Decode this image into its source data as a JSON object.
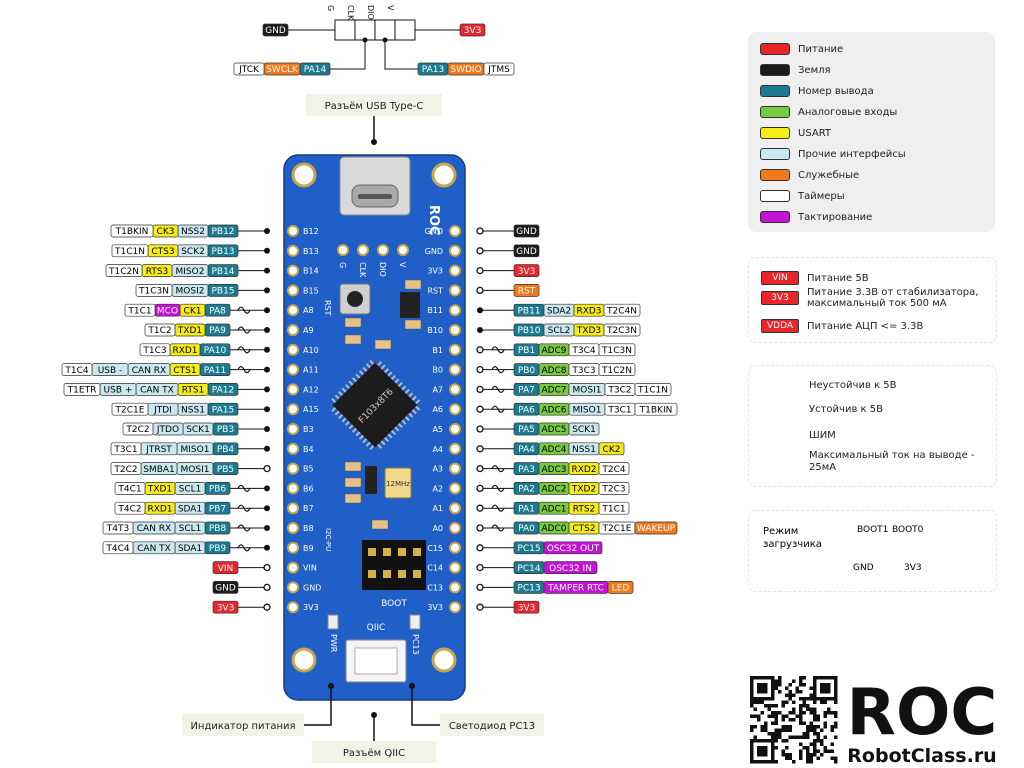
{
  "categories": {
    "power": {
      "label": "Питание",
      "color": "#e8262b",
      "text": "#ffffff"
    },
    "ground": {
      "label": "Земля",
      "color": "#1a1a1a",
      "text": "#ffffff"
    },
    "pin": {
      "label": "Номер вывода",
      "color": "#1b7a8f",
      "text": "#ffffff"
    },
    "analog": {
      "label": "Аналоговые входы",
      "color": "#7ac943",
      "text": "#000000"
    },
    "usart": {
      "label": "USART",
      "color": "#f7ec18",
      "text": "#000000"
    },
    "other": {
      "label": "Прочие интерфейсы",
      "color": "#cbe8f0",
      "text": "#000000"
    },
    "service": {
      "label": "Служебные",
      "color": "#f07a1a",
      "text": "#ffffff"
    },
    "timer": {
      "label": "Таймеры",
      "color": "#ffffff",
      "text": "#000000"
    },
    "clock": {
      "label": "Тактирование",
      "color": "#c213d6",
      "text": "#ffffff"
    }
  },
  "legend_order": [
    "power",
    "ground",
    "pin",
    "analog",
    "usart",
    "other",
    "service",
    "timer",
    "clock"
  ],
  "power_legend": [
    {
      "tag": "VIN",
      "text": "Питание 5В"
    },
    {
      "tag": "3V3",
      "text": "Питание 3.3В от стабилизатора,\nмаксимальный ток 500 мА"
    },
    {
      "tag": "VDDA",
      "text": "Питание АЦП <= 3.3В"
    }
  ],
  "symbol_legend": {
    "unstable": "Неустойчив к 5В",
    "stable": "Устойчив к 5В",
    "pwm": "ШИМ",
    "warning": "Максимальный ток на выводе -\n25мА"
  },
  "bootloader": {
    "title": "Режим\nзагрузчика",
    "boot1": "BOOT1",
    "boot0": "BOOT0",
    "gnd": "GND",
    "v33": "3V3"
  },
  "callouts": {
    "usb": "Разъём USB Type-C",
    "qiic": "Разъём QIIC",
    "power_led": "Индикатор питания",
    "led": "Светодиод PC13"
  },
  "board": {
    "chip": "F103x8T6",
    "crystal": "12MHz",
    "brand": "ROC",
    "rst": "RST",
    "boot": "BOOT",
    "qiic": "QIIC",
    "pwr": "PWR",
    "pc13": "PC13",
    "i2c": "I2C-PU",
    "swd_labels": [
      "G",
      "CLK",
      "DIO",
      "V"
    ]
  },
  "swd_header": {
    "labels": [
      "G",
      "CLK",
      "DIO",
      "V"
    ],
    "gnd": "GND",
    "v33": "3V3",
    "left_tags": [
      {
        "text": "JTCK",
        "cat": "timer"
      },
      {
        "text": "SWCLK",
        "cat": "service"
      },
      {
        "text": "PA14",
        "cat": "pin"
      }
    ],
    "right_tags": [
      {
        "text": "PA13",
        "cat": "pin"
      },
      {
        "text": "SWDIO",
        "cat": "service"
      },
      {
        "text": "JTMS",
        "cat": "timer"
      }
    ]
  },
  "left_pins": [
    {
      "board": "B12",
      "dot": "stable",
      "pwm": false,
      "tags": [
        {
          "t": "T1BKIN",
          "c": "timer"
        },
        {
          "t": "CK3",
          "c": "usart"
        },
        {
          "t": "NSS2",
          "c": "other"
        },
        {
          "t": "PB12",
          "c": "pin"
        }
      ]
    },
    {
      "board": "B13",
      "dot": "stable",
      "pwm": false,
      "tags": [
        {
          "t": "T1C1N",
          "c": "timer"
        },
        {
          "t": "CTS3",
          "c": "usart"
        },
        {
          "t": "SCK2",
          "c": "other"
        },
        {
          "t": "PB13",
          "c": "pin"
        }
      ]
    },
    {
      "board": "B14",
      "dot": "stable",
      "pwm": false,
      "tags": [
        {
          "t": "T1C2N",
          "c": "timer"
        },
        {
          "t": "RTS3",
          "c": "usart"
        },
        {
          "t": "MISO2",
          "c": "other"
        },
        {
          "t": "PB14",
          "c": "pin"
        }
      ]
    },
    {
      "board": "B15",
      "dot": "stable",
      "pwm": false,
      "tags": [
        {
          "t": "T1C3N",
          "c": "timer"
        },
        {
          "t": "MOSI2",
          "c": "other"
        },
        {
          "t": "PB15",
          "c": "pin"
        }
      ]
    },
    {
      "board": "A8",
      "dot": "stable",
      "pwm": true,
      "tags": [
        {
          "t": "T1C1",
          "c": "timer"
        },
        {
          "t": "MCO",
          "c": "clock"
        },
        {
          "t": "CK1",
          "c": "usart"
        },
        {
          "t": "PA8",
          "c": "pin"
        }
      ]
    },
    {
      "board": "A9",
      "dot": "stable",
      "pwm": true,
      "tags": [
        {
          "t": "T1C2",
          "c": "timer"
        },
        {
          "t": "TXD1",
          "c": "usart"
        },
        {
          "t": "PA9",
          "c": "pin"
        }
      ]
    },
    {
      "board": "A10",
      "dot": "stable",
      "pwm": true,
      "tags": [
        {
          "t": "T1C3",
          "c": "timer"
        },
        {
          "t": "RXD1",
          "c": "usart"
        },
        {
          "t": "PA10",
          "c": "pin"
        }
      ]
    },
    {
      "board": "A11",
      "dot": "stable",
      "pwm": true,
      "tags": [
        {
          "t": "T1C4",
          "c": "timer"
        },
        {
          "t": "USB -",
          "c": "other"
        },
        {
          "t": "CAN RX",
          "c": "other"
        },
        {
          "t": "CTS1",
          "c": "usart"
        },
        {
          "t": "PA11",
          "c": "pin"
        }
      ]
    },
    {
      "board": "A12",
      "dot": "stable",
      "pwm": false,
      "tags": [
        {
          "t": "T1ETR",
          "c": "timer"
        },
        {
          "t": "USB +",
          "c": "other"
        },
        {
          "t": "CAN TX",
          "c": "other"
        },
        {
          "t": "RTS1",
          "c": "usart"
        },
        {
          "t": "PA12",
          "c": "pin"
        }
      ]
    },
    {
      "board": "A15",
      "dot": "stable",
      "pwm": false,
      "tags": [
        {
          "t": "T2C1E",
          "c": "timer"
        },
        {
          "t": "JTDI",
          "c": "other"
        },
        {
          "t": "NSS1",
          "c": "other"
        },
        {
          "t": "PA15",
          "c": "pin"
        }
      ]
    },
    {
      "board": "B3",
      "dot": "stable",
      "pwm": false,
      "tags": [
        {
          "t": "T2C2",
          "c": "timer"
        },
        {
          "t": "JTDO",
          "c": "other"
        },
        {
          "t": "SCK1",
          "c": "other"
        },
        {
          "t": "PB3",
          "c": "pin"
        }
      ]
    },
    {
      "board": "B4",
      "dot": "stable",
      "pwm": false,
      "tags": [
        {
          "t": "T3C1",
          "c": "timer"
        },
        {
          "t": "JTRST",
          "c": "other"
        },
        {
          "t": "MISO1",
          "c": "other"
        },
        {
          "t": "PB4",
          "c": "pin"
        }
      ]
    },
    {
      "board": "B5",
      "dot": "unstable",
      "pwm": false,
      "tags": [
        {
          "t": "T2C2",
          "c": "timer"
        },
        {
          "t": "SMBA1",
          "c": "other"
        },
        {
          "t": "MOSI1",
          "c": "other"
        },
        {
          "t": "PB5",
          "c": "pin"
        }
      ]
    },
    {
      "board": "B6",
      "dot": "stable",
      "pwm": true,
      "tags": [
        {
          "t": "T4C1",
          "c": "timer"
        },
        {
          "t": "TXD1",
          "c": "usart"
        },
        {
          "t": "SCL1",
          "c": "other"
        },
        {
          "t": "PB6",
          "c": "pin"
        }
      ]
    },
    {
      "board": "B7",
      "dot": "stable",
      "pwm": true,
      "tags": [
        {
          "t": "T4C2",
          "c": "timer"
        },
        {
          "t": "RXD1",
          "c": "usart"
        },
        {
          "t": "SDA1",
          "c": "other"
        },
        {
          "t": "PB7",
          "c": "pin"
        }
      ]
    },
    {
      "board": "B8",
      "dot": "stable",
      "pwm": true,
      "tags": [
        {
          "t": "T4T3",
          "c": "timer"
        },
        {
          "t": "CAN RX",
          "c": "other"
        },
        {
          "t": "SCL1",
          "c": "other"
        },
        {
          "t": "PB8",
          "c": "pin"
        }
      ]
    },
    {
      "board": "B9",
      "dot": "stable",
      "pwm": true,
      "tags": [
        {
          "t": "T4C4",
          "c": "timer"
        },
        {
          "t": "CAN TX",
          "c": "other"
        },
        {
          "t": "SDA1",
          "c": "other"
        },
        {
          "t": "PB9",
          "c": "pin"
        }
      ]
    },
    {
      "board": "VIN",
      "dot": "unstable",
      "pwm": false,
      "tags": [
        {
          "t": "VIN",
          "c": "power"
        }
      ]
    },
    {
      "board": "GND",
      "dot": "unstable",
      "pwm": false,
      "tags": [
        {
          "t": "GND",
          "c": "ground"
        }
      ]
    },
    {
      "board": "3V3",
      "dot": "unstable",
      "pwm": false,
      "tags": [
        {
          "t": "3V3",
          "c": "power"
        }
      ]
    }
  ],
  "right_pins": [
    {
      "board": "GND",
      "dot": "unstable",
      "pwm": false,
      "tags": [
        {
          "t": "GND",
          "c": "ground"
        }
      ]
    },
    {
      "board": "GND",
      "dot": "unstable",
      "pwm": false,
      "tags": [
        {
          "t": "GND",
          "c": "ground"
        }
      ]
    },
    {
      "board": "3V3",
      "dot": "unstable",
      "pwm": false,
      "tags": [
        {
          "t": "3V3",
          "c": "power"
        }
      ]
    },
    {
      "board": "RST",
      "dot": "unstable",
      "pwm": false,
      "tags": [
        {
          "t": "RST",
          "c": "service"
        }
      ]
    },
    {
      "board": "B11",
      "dot": "stable",
      "pwm": false,
      "tags": [
        {
          "t": "PB11",
          "c": "pin"
        },
        {
          "t": "SDA2",
          "c": "other"
        },
        {
          "t": "RXD3",
          "c": "usart"
        },
        {
          "t": "T2C4N",
          "c": "timer"
        }
      ]
    },
    {
      "board": "B10",
      "dot": "stable",
      "pwm": false,
      "tags": [
        {
          "t": "PB10",
          "c": "pin"
        },
        {
          "t": "SCL2",
          "c": "other"
        },
        {
          "t": "TXD3",
          "c": "usart"
        },
        {
          "t": "T2C3N",
          "c": "timer"
        }
      ]
    },
    {
      "board": "B1",
      "dot": "unstable",
      "pwm": true,
      "tags": [
        {
          "t": "PB1",
          "c": "pin"
        },
        {
          "t": "ADC9",
          "c": "analog"
        },
        {
          "t": "T3C4",
          "c": "timer"
        },
        {
          "t": "T1C3N",
          "c": "timer"
        }
      ]
    },
    {
      "board": "B0",
      "dot": "unstable",
      "pwm": true,
      "tags": [
        {
          "t": "PB0",
          "c": "pin"
        },
        {
          "t": "ADC8",
          "c": "analog"
        },
        {
          "t": "T3C3",
          "c": "timer"
        },
        {
          "t": "T1C2N",
          "c": "timer"
        }
      ]
    },
    {
      "board": "A7",
      "dot": "unstable",
      "pwm": true,
      "tags": [
        {
          "t": "PA7",
          "c": "pin"
        },
        {
          "t": "ADC7",
          "c": "analog"
        },
        {
          "t": "MOSI1",
          "c": "other"
        },
        {
          "t": "T3C2",
          "c": "timer"
        },
        {
          "t": "T1C1N",
          "c": "timer"
        }
      ]
    },
    {
      "board": "A6",
      "dot": "unstable",
      "pwm": true,
      "tags": [
        {
          "t": "PA6",
          "c": "pin"
        },
        {
          "t": "ADC6",
          "c": "analog"
        },
        {
          "t": "MISO1",
          "c": "other"
        },
        {
          "t": "T3C1",
          "c": "timer"
        },
        {
          "t": "T1BKIN",
          "c": "timer"
        }
      ]
    },
    {
      "board": "A5",
      "dot": "unstable",
      "pwm": false,
      "tags": [
        {
          "t": "PA5",
          "c": "pin"
        },
        {
          "t": "ADC5",
          "c": "analog"
        },
        {
          "t": "SCK1",
          "c": "other"
        }
      ]
    },
    {
      "board": "A4",
      "dot": "unstable",
      "pwm": false,
      "tags": [
        {
          "t": "PA4",
          "c": "pin"
        },
        {
          "t": "ADC4",
          "c": "analog"
        },
        {
          "t": "NSS1",
          "c": "other"
        },
        {
          "t": "CK2",
          "c": "usart"
        }
      ]
    },
    {
      "board": "A3",
      "dot": "unstable",
      "pwm": true,
      "tags": [
        {
          "t": "PA3",
          "c": "pin"
        },
        {
          "t": "ADC3",
          "c": "analog"
        },
        {
          "t": "RXD2",
          "c": "usart"
        },
        {
          "t": "T2C4",
          "c": "timer"
        }
      ]
    },
    {
      "board": "A2",
      "dot": "unstable",
      "pwm": true,
      "tags": [
        {
          "t": "PA2",
          "c": "pin"
        },
        {
          "t": "ADC2",
          "c": "analog"
        },
        {
          "t": "TXD2",
          "c": "usart"
        },
        {
          "t": "T2C3",
          "c": "timer"
        }
      ]
    },
    {
      "board": "A1",
      "dot": "unstable",
      "pwm": true,
      "tags": [
        {
          "t": "PA1",
          "c": "pin"
        },
        {
          "t": "ADC1",
          "c": "analog"
        },
        {
          "t": "RTS2",
          "c": "usart"
        },
        {
          "t": "T1C1",
          "c": "timer"
        }
      ]
    },
    {
      "board": "A0",
      "dot": "unstable",
      "pwm": true,
      "tags": [
        {
          "t": "PA0",
          "c": "pin"
        },
        {
          "t": "ADC0",
          "c": "analog"
        },
        {
          "t": "CTS2",
          "c": "usart"
        },
        {
          "t": "T2C1E",
          "c": "timer"
        },
        {
          "t": "WAKEUP",
          "c": "service"
        }
      ]
    },
    {
      "board": "C15",
      "dot": "unstable",
      "pwm": false,
      "tags": [
        {
          "t": "PC15",
          "c": "pin"
        },
        {
          "t": "OSC32 OUT",
          "c": "clock"
        }
      ]
    },
    {
      "board": "C14",
      "dot": "unstable",
      "pwm": false,
      "tags": [
        {
          "t": "PC14",
          "c": "pin"
        },
        {
          "t": "OSC32 IN",
          "c": "clock"
        }
      ]
    },
    {
      "board": "C13",
      "dot": "unstable",
      "pwm": false,
      "tags": [
        {
          "t": "PC13",
          "c": "pin"
        },
        {
          "t": "TAMPER RTC",
          "c": "clock"
        },
        {
          "t": "LED",
          "c": "service"
        }
      ]
    },
    {
      "board": "3V3",
      "dot": "unstable",
      "pwm": false,
      "tags": [
        {
          "t": "3V3",
          "c": "power"
        }
      ]
    }
  ],
  "logo": {
    "text": "ROC",
    "url": "RobotClass.ru"
  }
}
